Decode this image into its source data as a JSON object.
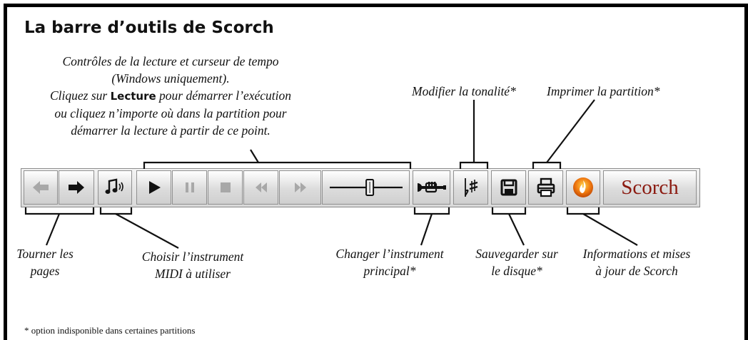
{
  "title": "La barre d’outils de Scorch",
  "playback_caption": {
    "lines": [
      "Contrôles de la lecture et curseur de tempo",
      "(Windows uniquement).",
      "Cliquez sur",
      "Lecture",
      "pour démarrer l’exécution",
      "ou cliquez n’importe où dans la partition pour",
      "démarrer la lecture à partir de ce point."
    ]
  },
  "top_labels": {
    "transpose": "Modifier la tonalité*",
    "print": "Imprimer la partition*"
  },
  "bottom_labels": {
    "turn_pages": [
      "Tourner les",
      "pages"
    ],
    "midi": [
      "Choisir l’instrument",
      "MIDI à utiliser"
    ],
    "instrument": [
      "Changer l’instrument",
      "principal*"
    ],
    "save": [
      "Sauvegarder sur",
      "le disque*"
    ],
    "info": [
      "Informations et mises",
      "à jour de Scorch"
    ]
  },
  "footnote": "* option indisponible dans certaines partitions",
  "toolbar": {
    "scorch_label": "Scorch",
    "buttons": [
      {
        "icon": "arrow-left-icon",
        "enabled": false
      },
      {
        "icon": "arrow-right-icon",
        "enabled": true
      },
      {
        "icon": "midi-note-icon",
        "enabled": true
      },
      {
        "icon": "play-icon",
        "enabled": true
      },
      {
        "icon": "pause-icon",
        "enabled": false
      },
      {
        "icon": "stop-icon",
        "enabled": false
      },
      {
        "icon": "rewind-icon",
        "enabled": false
      },
      {
        "icon": "fast-forward-icon",
        "enabled": false
      },
      {
        "icon": "tempo-slider-icon",
        "enabled": true
      },
      {
        "icon": "trumpet-icon",
        "enabled": true
      },
      {
        "icon": "transpose-icon",
        "enabled": true
      },
      {
        "icon": "save-disk-icon",
        "enabled": true
      },
      {
        "icon": "printer-icon",
        "enabled": true
      },
      {
        "icon": "flame-icon",
        "enabled": true
      },
      {
        "icon": "scorch-logo",
        "enabled": true
      }
    ],
    "tempo_level": 0.55
  },
  "colors": {
    "disabled_icon": "#a8a8a8",
    "enabled_icon": "#111111",
    "scorch_red": "#8b1a10",
    "flame_orange": "#f07a10"
  }
}
